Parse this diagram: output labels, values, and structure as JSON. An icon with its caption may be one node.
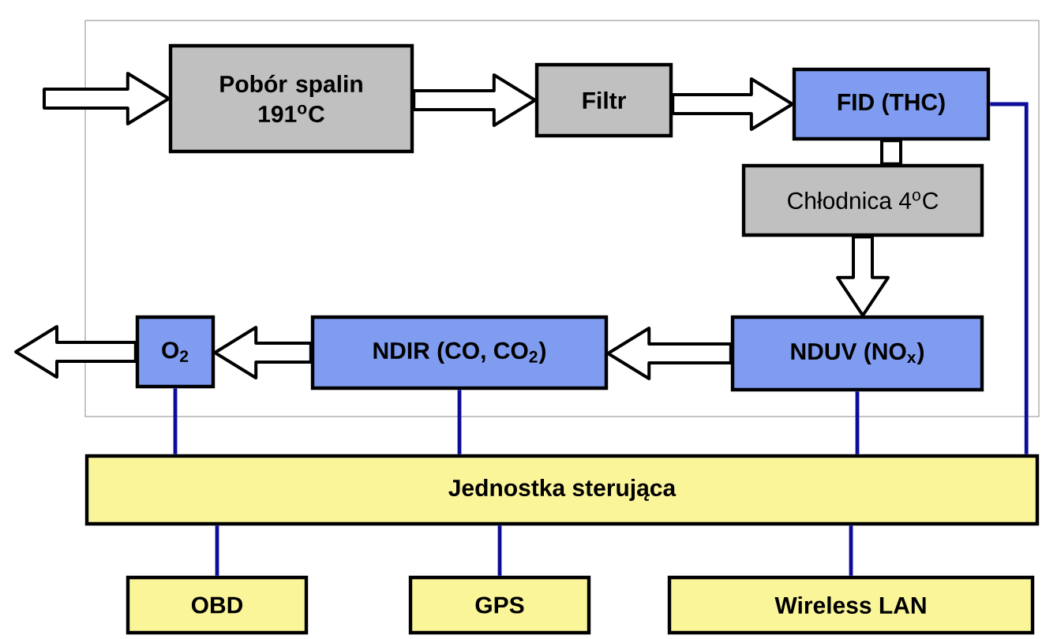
{
  "diagram": {
    "nodes": [
      {
        "text": [],
        "shape": "box"
      },
      {
        "text": [
          "Pobór spalin 191$^{o}$C"
        ],
        "in": 0
      },
      {
        "text": [
          "Filtr"
        ],
        "in": 0
      },
      {
        "text": [
          "FID (THC)"
        ],
        "in": 0
      },
      {
        "text": [
          "Chłodnica 4$^{o}$C"
        ],
        "in": 0
      },
      {
        "text": [
          "NDUV (NO$_{x}$)"
        ],
        "in": 0
      },
      {
        "text": [
          "NDIR (CO, CO$_{2}$)"
        ],
        "in": 0
      },
      {
        "text": [
          "O$_{2}$"
        ],
        "in": 0
      },
      {
        "text": [
          "Jednostka sterująca"
        ]
      },
      {
        "text": [
          "OBD"
        ]
      },
      {
        "text": [
          "GPS"
        ]
      },
      {
        "text": [
          "Wireless LAN"
        ]
      }
    ],
    "edges": [
      {
        "from": null,
        "to": 1,
        "arrow": "to"
      },
      {
        "from": 1,
        "to": 2,
        "arrow": "to"
      },
      {
        "from": 2,
        "to": 3,
        "arrow": "to"
      },
      {
        "from": 3,
        "to": 4,
        "arrow": "none"
      },
      {
        "from": 4,
        "to": 5,
        "arrow": "to"
      },
      {
        "from": 5,
        "to": 6,
        "arrow": "to"
      },
      {
        "from": 6,
        "to": 7,
        "arrow": "to"
      },
      {
        "from": 7,
        "to": null,
        "arrow": "to"
      },
      {
        "from": 3,
        "to": 8,
        "arrow": "none",
        "color": "#0c0c9c"
      },
      {
        "from": 7,
        "to": 8,
        "arrow": "none",
        "color": "#0c0c9c"
      },
      {
        "from": 6,
        "to": 8,
        "arrow": "none",
        "color": "#0c0c9c"
      },
      {
        "from": 5,
        "to": 8,
        "arrow": "none",
        "color": "#0c0c9c"
      },
      {
        "from": 8,
        "to": 9,
        "arrow": "none",
        "color": "#0c0c9c"
      },
      {
        "from": 8,
        "to": 10,
        "arrow": "none",
        "color": "#0c0c9c"
      },
      {
        "from": 8,
        "to": 11,
        "arrow": "none",
        "color": "#0c0c9c"
      }
    ]
  }
}
